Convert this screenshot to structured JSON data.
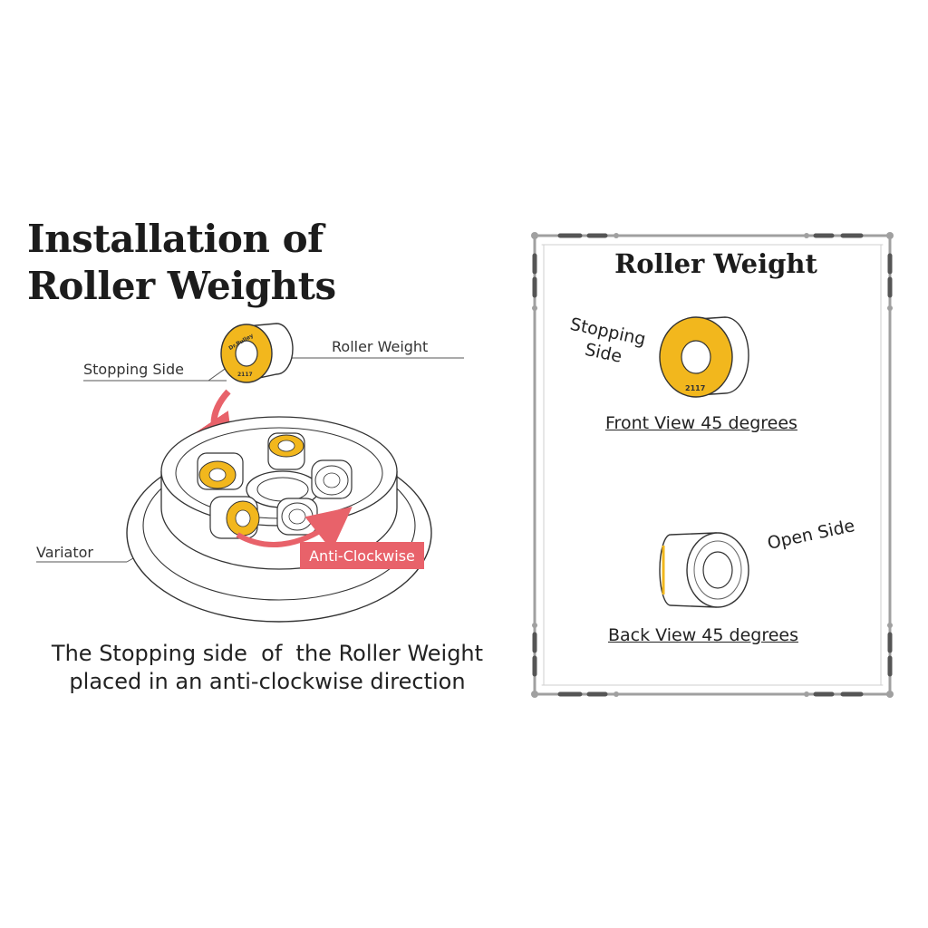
{
  "left_panel": {
    "title_line1": "Installation of",
    "title_line2": "Roller Weights",
    "label_stopping_side": "Stopping Side",
    "label_roller_weight": "Roller Weight",
    "label_variator": "Variator",
    "badge_direction": "Anti-Clockwise",
    "caption_line1": "The Stopping side  of  the Roller Weight",
    "caption_line2": "placed in an anti-clockwise direction",
    "roller_stamp_brand": "Dr.Pulley",
    "roller_stamp_code": "2117"
  },
  "right_panel": {
    "title": "Roller Weight",
    "stopping_side_line1": "Stopping",
    "stopping_side_line2": "Side",
    "front_caption": "Front View 45 degrees",
    "open_side": "Open Side",
    "back_caption": "Back View 45 degrees",
    "roller_stamp_code": "2117"
  },
  "colors": {
    "accent_red": "#e8626a",
    "roller_yellow": "#f2b71d",
    "frame_gray": "#a0a0a0",
    "frame_dark": "#555555"
  }
}
